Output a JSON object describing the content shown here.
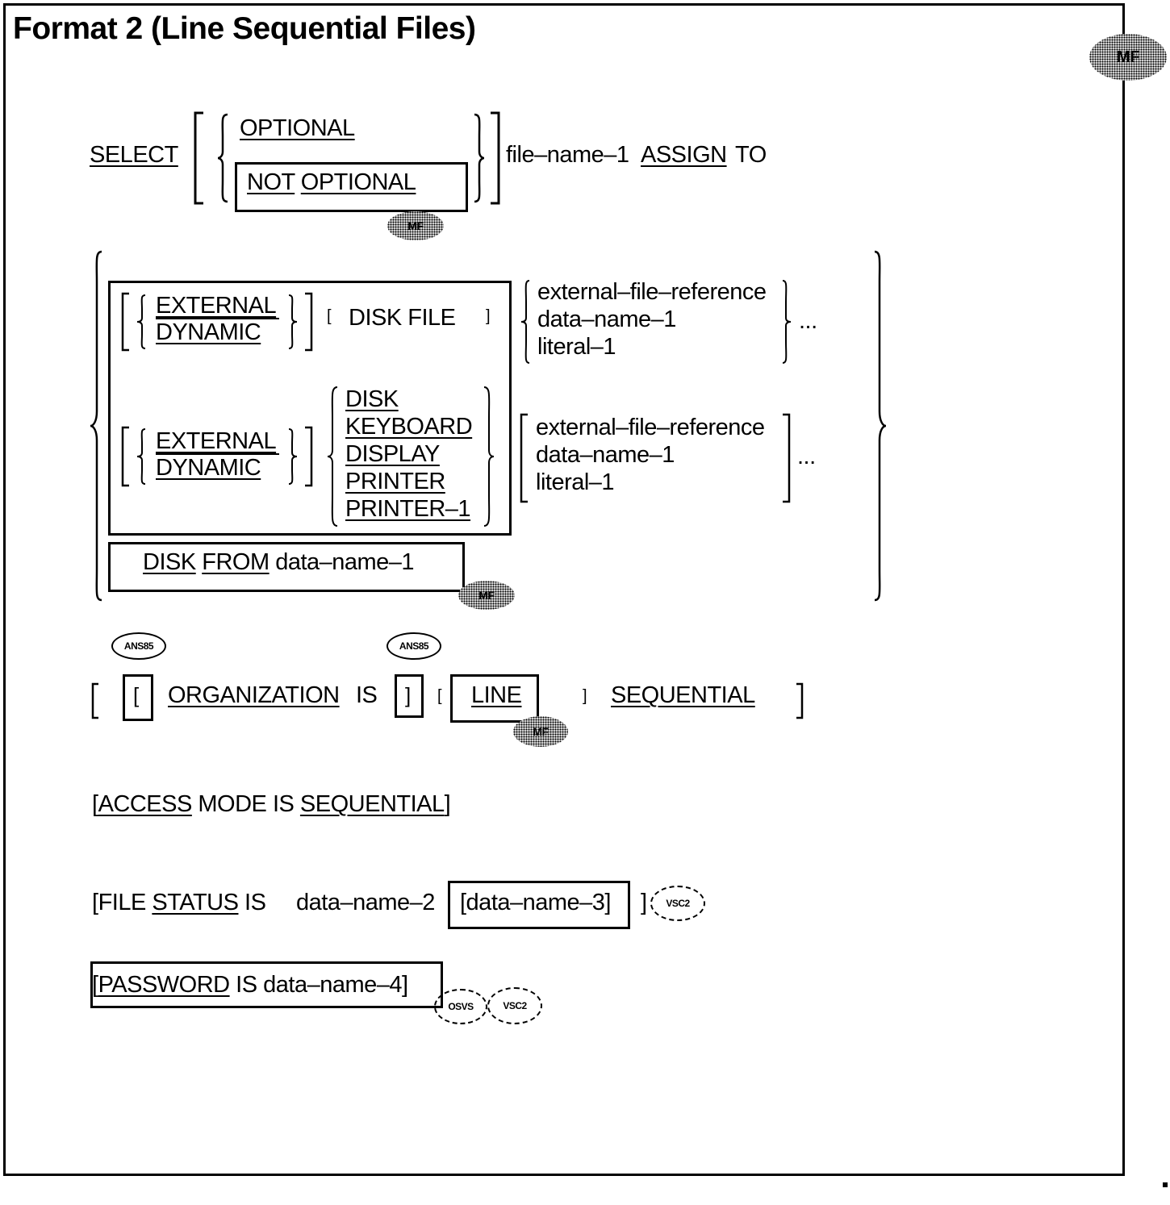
{
  "title": "Format 2 (Line Sequential Files)",
  "badges": {
    "mf": "MF",
    "ans85": "ANS85",
    "vsc2": "VSC2",
    "osvs": "OSVS"
  },
  "select_clause": {
    "select": "SELECT",
    "optional": "OPTIONAL",
    "not": "NOT",
    "not_optional": "OPTIONAL",
    "file_name": "file–name–1",
    "assign": "ASSIGN",
    "to": "TO"
  },
  "assign_block": {
    "external": "EXTERNAL",
    "dynamic": "DYNAMIC",
    "disk_file": "DISK  FILE",
    "devices": [
      "DISK",
      "KEYBOARD",
      "DISPLAY",
      "PRINTER",
      "PRINTER–1"
    ],
    "targets": [
      "external–file–reference",
      "data–name–1",
      "literal–1"
    ],
    "ellipsis": "...",
    "disk": "DISK",
    "from": "FROM",
    "from_target": "data–name–1"
  },
  "organization_clause": {
    "organization": "ORGANIZATION",
    "is": "IS",
    "line": "LINE",
    "sequential": "SEQUENTIAL"
  },
  "access_clause": {
    "access": "ACCESS",
    "mode_is": "MODE IS",
    "sequential": "SEQUENTIAL"
  },
  "status_clause": {
    "file": "FILE",
    "status": "STATUS",
    "is": "IS",
    "data_name_2": "data–name–2",
    "data_name_3": "[data–name–3]"
  },
  "password_clause": {
    "password": "PASSWORD",
    "rest": "IS data–name–4]"
  }
}
